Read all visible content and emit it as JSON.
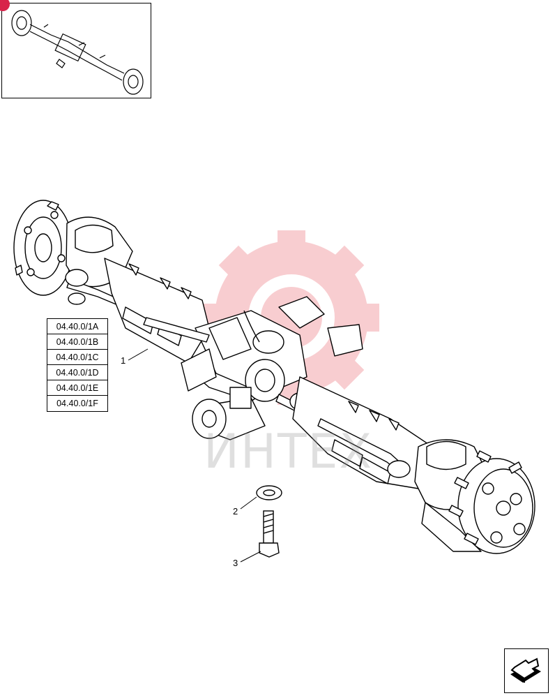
{
  "thumbnail": {
    "badge_color": "#d8234a"
  },
  "watermark": {
    "text": "ИНТЕХ",
    "color": "#e8505b"
  },
  "references": [
    "04.40.0/1A",
    "04.40.0/1B",
    "04.40.0/1C",
    "04.40.0/1D",
    "04.40.0/1E",
    "04.40.0/1F"
  ],
  "callouts": {
    "item1": "1",
    "item2": "2",
    "item3": "3"
  },
  "navigation": {
    "icon": "arrow-next-icon"
  }
}
